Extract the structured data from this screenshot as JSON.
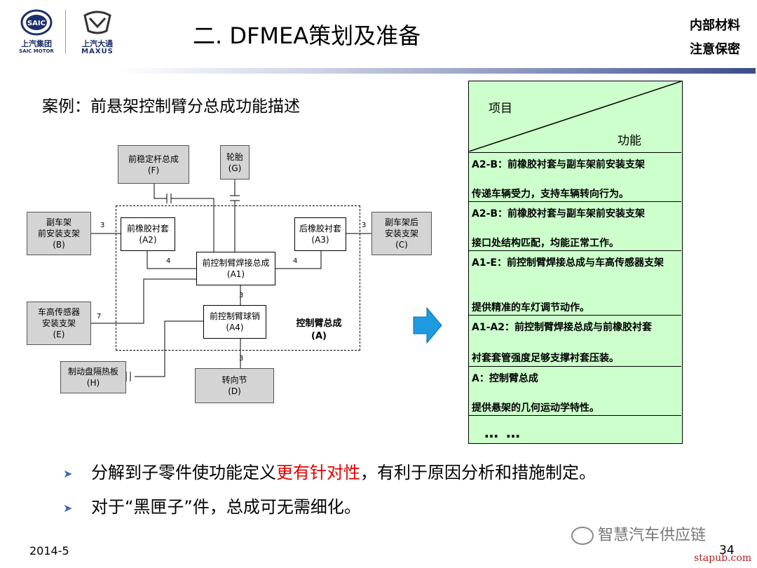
{
  "header": {
    "logo1_cn": "上汽集团",
    "logo1_en": "SAIC MOTOR",
    "logo1_badge": "SAIC",
    "logo2_cn": "上汽大通",
    "logo2_en": "MAXUS",
    "title": "二. DFMEA策划及准备",
    "conf_line1": "内部材料",
    "conf_line2": "注意保密"
  },
  "subtitle": "案例：前悬架控制臂分总成功能描述",
  "diagram": {
    "boxes": {
      "F": [
        "前稳定杆总成",
        "(F)"
      ],
      "G": [
        "轮胎",
        "(G)"
      ],
      "B": [
        "副车架",
        "前安装支架",
        "(B)"
      ],
      "A2": [
        "前橡胶衬套",
        "(A2)"
      ],
      "A3": [
        "后橡胶衬套",
        "(A3)"
      ],
      "C": [
        "副车架后",
        "安装支架",
        "(C)"
      ],
      "A1": [
        "前控制臂焊接总成",
        "(A1)"
      ],
      "E": [
        "车高传感器",
        "安装支架",
        "(E)"
      ],
      "A4": [
        "前控制臂球销",
        "(A4)"
      ],
      "H": [
        "制动盘隔热板",
        "(H)"
      ],
      "D": [
        "转向节",
        "(D)"
      ]
    },
    "group_label": [
      "控制臂总成",
      "(A)"
    ],
    "numbers": {
      "n_B": "3",
      "n_C": "3",
      "n_A2A1": "4",
      "n_A3A1": "4",
      "n_A1A4": "3",
      "n_E": "7",
      "n_D": "3"
    }
  },
  "table": {
    "head_item": "项目",
    "head_func": "功能",
    "rows": [
      {
        "title": "A2-B：前橡胶衬套与副车架前安装支架",
        "func": "传递车辆受力，支持车辆转向行为。"
      },
      {
        "title": "A2-B：前橡胶衬套与副车架前安装支架",
        "func": "接口处结构匹配，均能正常工作。"
      },
      {
        "title": "A1-E：前控制臂焊接总成与车高传感器支架",
        "func": "提供精准的车灯调节动作。"
      },
      {
        "title": "A1-A2：前控制臂焊接总成与前橡胶衬套",
        "func": "衬套套管强度足够支撑衬套压装。"
      },
      {
        "title": "A：控制臂总成",
        "func": "提供悬架的几何运动学特性。"
      }
    ],
    "more": "…  …"
  },
  "bullets": {
    "b1_pre": "分解到子零件使功能定义",
    "b1_red": "更有针对性",
    "b1_post": "，有利于原因分析和措施制定。",
    "b2": "对于“黑匣子”件，总成可无需细化。"
  },
  "footer": {
    "date": "2014-5",
    "page": "34",
    "watermark": "智慧汽车供应链",
    "site": "stapub.com"
  },
  "colors": {
    "table_bg": "#ccffcc",
    "arrow": "#1e9be0",
    "red_text": "#e00000",
    "bullet": "#3a68c4"
  }
}
